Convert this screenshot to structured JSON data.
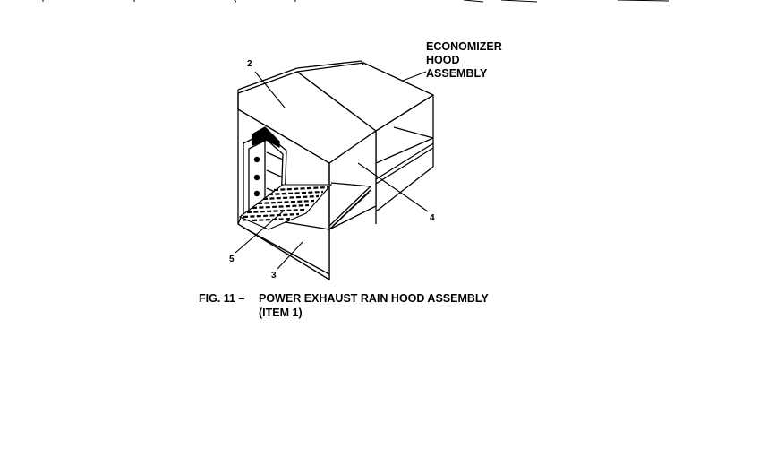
{
  "labels": {
    "economizer": [
      "ECONOMIZER",
      "HOOD",
      "ASSEMBLY"
    ],
    "callouts": {
      "c2": "2",
      "c3": "3",
      "c4": "4",
      "c5": "5"
    }
  },
  "caption": {
    "fig": "FIG. 11 –",
    "title": "POWER EXHAUST RAIN HOOD ASSEMBLY",
    "item": "(ITEM 1)"
  },
  "colors": {
    "ink": "#000000",
    "paper": "#ffffff"
  }
}
